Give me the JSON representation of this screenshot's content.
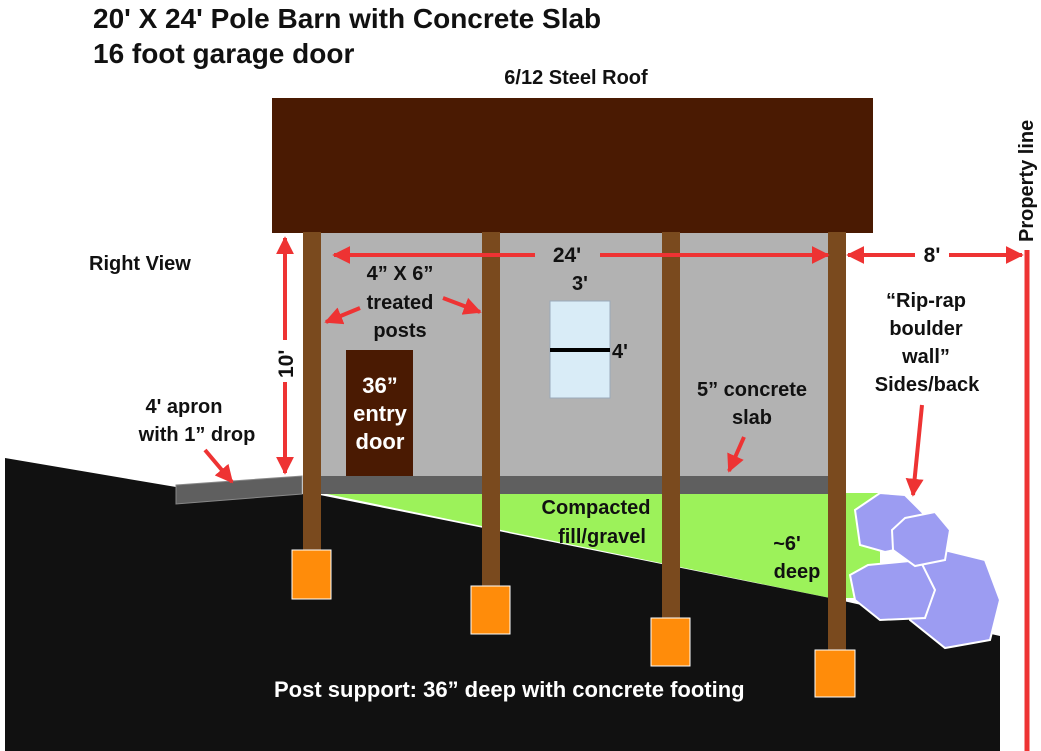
{
  "title": {
    "line1": "20' X 24' Pole Barn with Concrete Slab",
    "line2": "16 foot garage door"
  },
  "labels": {
    "roof": "6/12 Steel Roof",
    "view": "Right View",
    "width": "24'",
    "setback": "8'",
    "property_line": "Property line",
    "wall_height": "10'",
    "posts_line1": "4” X 6”",
    "posts_line2": "treated",
    "posts_line3": "posts",
    "door_line1": "36”",
    "door_line2": "entry",
    "door_line3": "door",
    "window_width": "3'",
    "window_height": "4'",
    "slab_line1": "5” concrete",
    "slab_line2": "slab",
    "apron_line1": "4' apron",
    "apron_line2": "with 1” drop",
    "fill_line1": "Compacted",
    "fill_line2": "fill/gravel",
    "depth_line1": "~6'",
    "depth_line2": "deep",
    "riprap_line1": "“Rip-rap",
    "riprap_line2": "boulder",
    "riprap_line3": "wall”",
    "riprap_line4": "Sides/back",
    "footing": "Post support: 36” deep with concrete footing"
  },
  "colors": {
    "roof": "#4a1a02",
    "wall": "#b2b2b2",
    "post": "#7a4a1e",
    "footing": "#ff8c0a",
    "door": "#4a1a02",
    "window": "#d9ecf7",
    "slab": "#5f5f5f",
    "ground": "#111111",
    "fill": "#9cf25a",
    "boulder": "#9c9cf2",
    "arrow": "#ee3333"
  }
}
